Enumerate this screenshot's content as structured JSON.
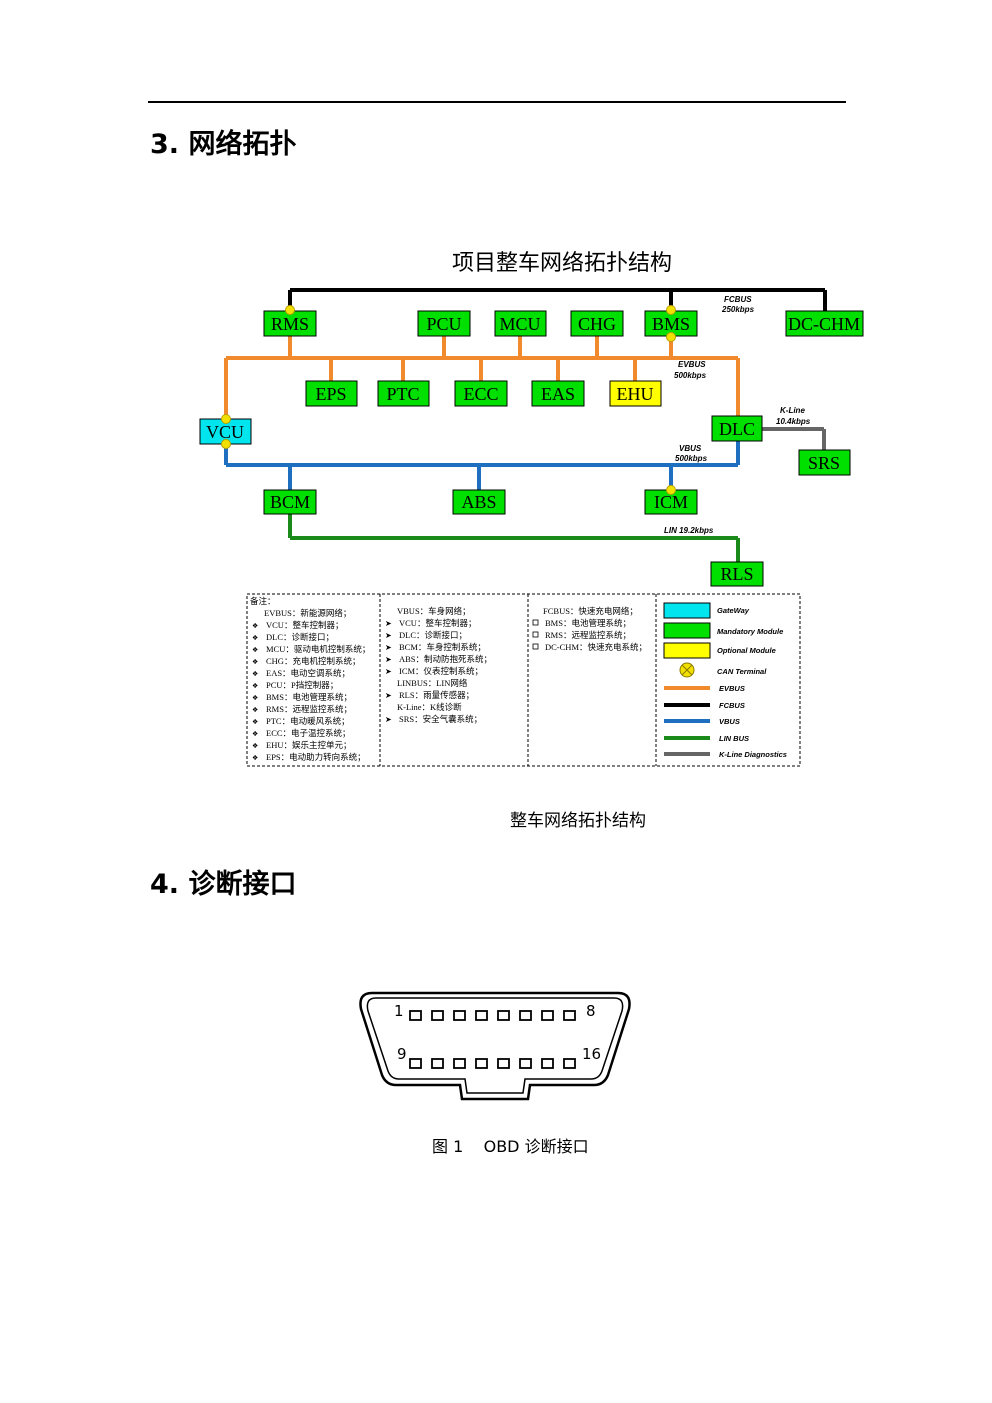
{
  "sections": {
    "s3_title": "3. 网络拓扑",
    "s4_title": "4. 诊断接口"
  },
  "diagram": {
    "title": "项目整车网络拓扑结构",
    "caption": "整车网络拓扑结构",
    "buses": {
      "fcbus": "FCBUS",
      "fcbus_rate": "250kbps",
      "evbus": "EVBUS",
      "evbus_rate": "500kbps",
      "vbus": "VBUS",
      "vbus_rate": "500kbps",
      "kline": "K-Line",
      "kline_rate": "10.4kbps",
      "lin": "LIN 19.2kbps"
    },
    "modules": {
      "rms": "RMS",
      "pcu": "PCU",
      "mcu": "MCU",
      "chg": "CHG",
      "bms": "BMS",
      "dcchm": "DC-CHM",
      "eps": "EPS",
      "ptc": "PTC",
      "ecc": "ECC",
      "eas": "EAS",
      "ehu": "EHU",
      "vcu": "VCU",
      "dlc": "DLC",
      "srs": "SRS",
      "bcm": "BCM",
      "abs": "ABS",
      "icm": "ICM",
      "rls": "RLS"
    },
    "colors": {
      "mandatory": "#00e000",
      "gateway": "#00e5ee",
      "optional": "#ffff00",
      "evbus": "#f08a2c",
      "fcbus": "#000000",
      "vbus": "#1f6fc0",
      "lin": "#1a8a1a",
      "kline": "#666666",
      "terminal": "#f2e000"
    },
    "notes": {
      "col1": [
        "备注：",
        "EVBUS：新能源网络；",
        "VCU：整车控制器；",
        "DLC：诊断接口；",
        "MCU：驱动电机控制系统；",
        "CHG：充电机控制系统；",
        "EAS：电动空调系统；",
        "PCU：P挡控制器；",
        "BMS：电池管理系统；",
        "RMS：远程监控系统；",
        "PTC：电动暖风系统；",
        "ECC：电子温控系统；",
        "EHU：娱乐主控单元；",
        "EPS：电动助力转向系统；"
      ],
      "col2": [
        "VBUS：车身网络；",
        "VCU：整车控制器；",
        "DLC：诊断接口；",
        "BCM：车身控制系统；",
        "ABS：制动防抱死系统；",
        "ICM：仪表控制系统；",
        "LINBUS：LIN网络",
        "RLS：雨量传感器；",
        "K-Line：K线诊断",
        "SRS：安全气囊系统；"
      ],
      "col3": [
        "FCBUS：快速充电网络；",
        "BMS：电池管理系统；",
        "RMS：远程监控系统；",
        "DC-CHM：快速充电系统；"
      ]
    },
    "legend": {
      "gateway": "GateWay",
      "mandatory": "Mandatory Module",
      "optional": "Optional Module",
      "terminal": "CAN Terminal",
      "evbus": "EVBUS",
      "fcbus": "FCBUS",
      "vbus": "VBUS",
      "lin": "LIN BUS",
      "kline": "K-Line Diagnostics"
    }
  },
  "obd": {
    "pin1": "1",
    "pin8": "8",
    "pin9": "9",
    "pin16": "16",
    "caption": "图 1    OBD 诊断接口"
  }
}
